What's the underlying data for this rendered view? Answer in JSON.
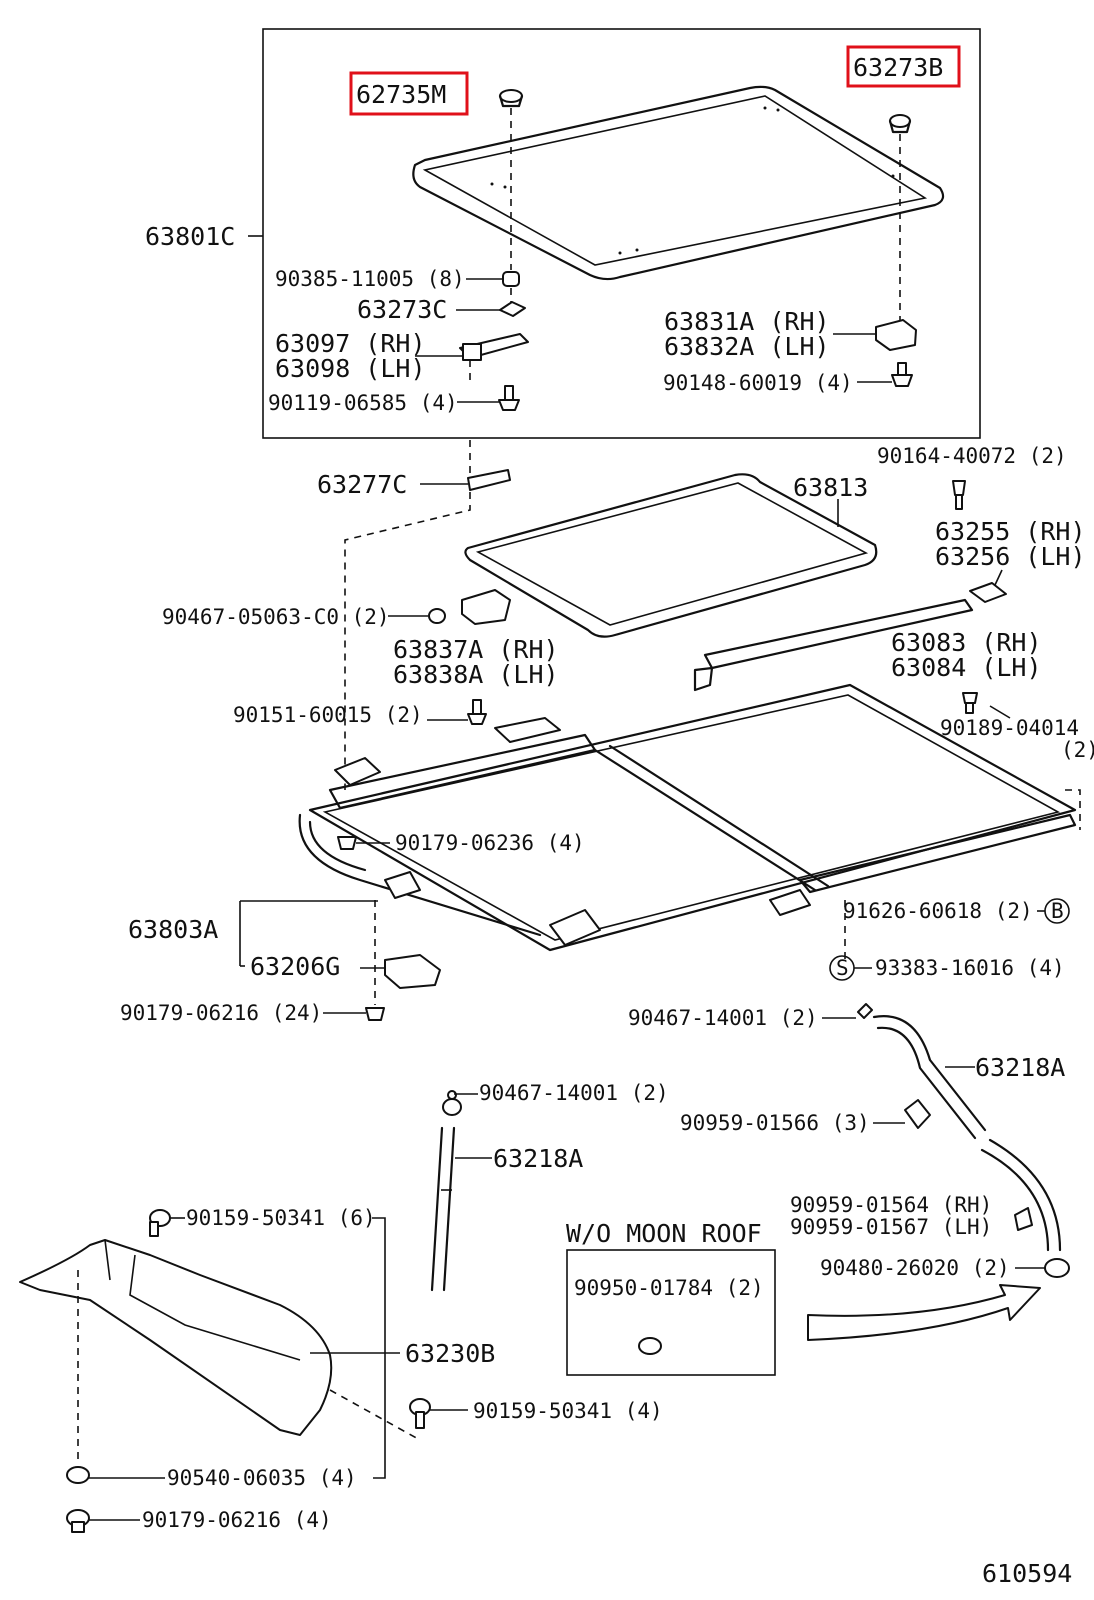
{
  "labels": {
    "p62735M": "62735M",
    "p63273B": "63273B",
    "p63801C": "63801C",
    "p90385": "90385-11005 (8)",
    "p63273C": "63273C",
    "p63097": "63097 (RH)",
    "p63098": "63098 (LH)",
    "p90119": "90119-06585 (4)",
    "p63831A": "63831A (RH)",
    "p63832A": "63832A (LH)",
    "p90148": "90148-60019 (4)",
    "p63277C": "63277C",
    "p90164": "90164-40072 (2)",
    "p63813": "63813",
    "p63255": "63255 (RH)",
    "p63256": "63256 (LH)",
    "p90467a": "90467-05063-C0 (2)",
    "p63837A": "63837A (RH)",
    "p63838A": "63838A (LH)",
    "p63083": "63083 (RH)",
    "p63084": "63084 (LH)",
    "p90151": "90151-60015 (2)",
    "p90189": "90189-04014",
    "p90189q": "(2)",
    "p90179a": "90179-06236 (4)",
    "p63803A": "63803A",
    "p91626": "91626-60618 (2)",
    "pB": "B",
    "p63206G": "63206G",
    "pS": "S",
    "p93383": "93383-16016 (4)",
    "p90179b": "90179-06216 (24)",
    "p90467b": "90467-14001 (2)",
    "p63218Aa": "63218A",
    "p90467c": "90467-14001 (2)",
    "p90959a": "90959-01566 (3)",
    "p63218Ab": "63218A",
    "p90159a": "90159-50341 (6)",
    "pWO": "W/O MOON ROOF",
    "p90959b": "90959-01564 (RH)",
    "p90959c": "90959-01567 (LH)",
    "p90950": "90950-01784 (2)",
    "p90480": "90480-26020 (2)",
    "p63230B": "63230B",
    "p90159b": "90159-50341 (4)",
    "p90540": "90540-06035 (4)",
    "p90179c": "90179-06216 (4)",
    "diagramNo": "610594"
  },
  "colors": {
    "highlight": "#e0101a",
    "ink": "#111111"
  }
}
